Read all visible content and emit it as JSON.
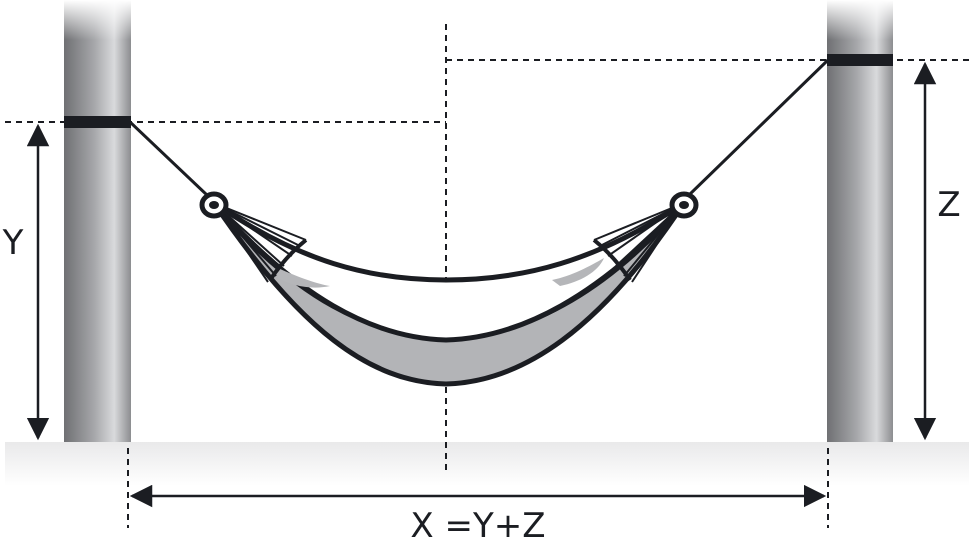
{
  "labels": {
    "left_height": "Y",
    "right_height": "Z",
    "total_length": "X =Y+Z"
  },
  "colors": {
    "ink": "#1b1d22",
    "post_dark": "#77787b",
    "post_light": "#d8d9db",
    "fabric_light": "#ffffff",
    "fabric_shadow": "#b5b6b9",
    "ground": "#efefef"
  }
}
